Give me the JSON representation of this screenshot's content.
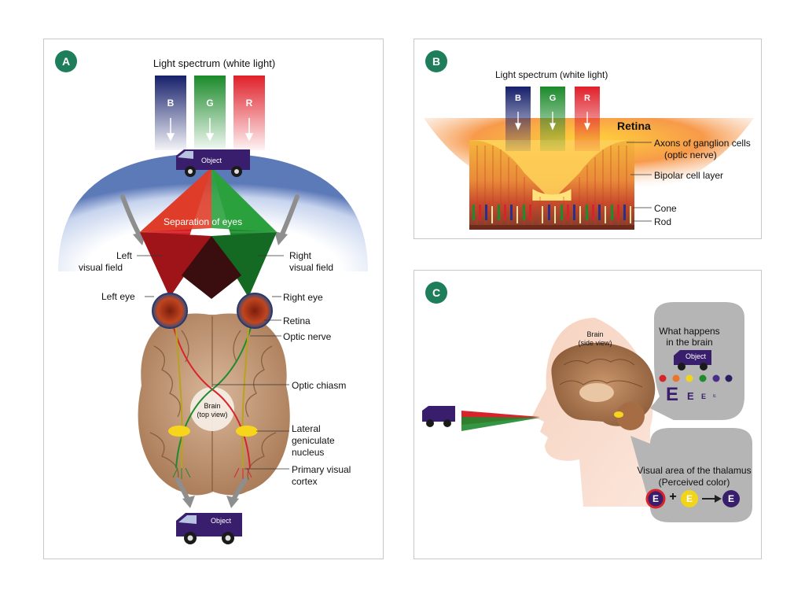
{
  "panel_a": {
    "badge": "A",
    "spectrum_title": "Light spectrum (white light)",
    "beams": [
      "B",
      "G",
      "R"
    ],
    "object_top": "Object",
    "separation": "Separation of eyes",
    "left_field": [
      "Left",
      "visual field"
    ],
    "right_field": [
      "Right",
      "visual field"
    ],
    "left_eye": "Left eye",
    "right_eye": "Right eye",
    "retina": "Retina",
    "optic_nerve": "Optic nerve",
    "optic_chiasm": "Optic chiasm",
    "brain_label": [
      "Brain",
      "(top view)"
    ],
    "lgn": [
      "Lateral",
      "geniculate",
      "nucleus"
    ],
    "cortex": [
      "Primary visual",
      "cortex"
    ],
    "object_bottom": "Object"
  },
  "panel_b": {
    "badge": "B",
    "spectrum_title": "Light spectrum (white light)",
    "beams": [
      "B",
      "G",
      "R"
    ],
    "retina": "Retina",
    "axons": [
      "Axons of ganglion cells",
      "(optic nerve)"
    ],
    "bipolar": "Bipolar cell layer",
    "cone": "Cone",
    "rod": "Rod"
  },
  "panel_c": {
    "badge": "C",
    "brain_label": [
      "Brain",
      "(side view)"
    ],
    "what_happens": [
      "What happens",
      "in the brain"
    ],
    "object": "Object",
    "letters": [
      "E",
      "E",
      "E",
      "E"
    ],
    "visual_area": [
      "Visual area of the thalamus",
      "(Perceived color)"
    ],
    "plus": "+",
    "equation_letters": [
      "E",
      "E",
      "E"
    ]
  },
  "colors": {
    "badge": "#1e7d5a",
    "blue": "#1b2a7a",
    "green": "#1f8a2e",
    "red": "#d8232a",
    "purple": "#3a1e6e"
  }
}
